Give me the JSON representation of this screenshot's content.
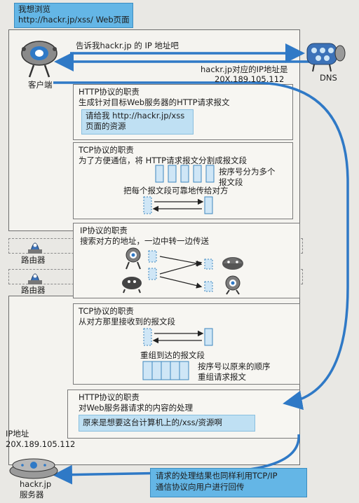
{
  "top_callout": {
    "line1": "我想浏览",
    "line2": "http://hackr.jp/xss/ Web页面"
  },
  "client": {
    "label": "客户端"
  },
  "dns": {
    "label": "DNS",
    "query": "告诉我hackr.jp 的 IP 地址吧",
    "answer_line1": "hackr.jp对应的IP地址是",
    "answer_line2": "20X.189.105.112"
  },
  "http_client": {
    "title": "HTTP协议的职责",
    "desc": "生成针对目标Web服务器的HTTP请求报文",
    "req_line1": "请给我 http://hackr.jp/xss",
    "req_line2": "页面的资源"
  },
  "tcp_client": {
    "title": "TCP协议的职责",
    "desc": "为了方便通信，将 HTTP请求报文分割成报文段",
    "seq_line1": "按序号分为多个",
    "seq_line2": "报文段",
    "reliable": "把每个报文段可靠地传给对方"
  },
  "ip_layer": {
    "title": "IP协议的职责",
    "desc": "搜索对方的地址，一边中转一边传送"
  },
  "routers": {
    "label1": "路由器",
    "label2": "路由器"
  },
  "tcp_server": {
    "title": "TCP协议的职责",
    "desc": "从对方那里接收到的报文段",
    "reassemble": "重组到达的报文段",
    "order_line1": "按序号以原来的顺序",
    "order_line2": "重组请求报文"
  },
  "http_server": {
    "title": "HTTP协议的职责",
    "desc": "对Web服务器请求的内容的处理",
    "highlight": "原来是想要这台计算机上的/xss/资源啊"
  },
  "server": {
    "ip_label": "IP地址",
    "ip_value": "20X.189.105.112",
    "name": "hackr.jp",
    "role": "服务器"
  },
  "bottom_callout": {
    "line1": "请求的处理结果也同样利用TCP/IP",
    "line2": "通信协议向用户进行回传"
  },
  "colors": {
    "accent_blue": "#64b6e6",
    "arrow_blue": "#2f79c6",
    "highlight_blue": "#bfe0f3"
  }
}
